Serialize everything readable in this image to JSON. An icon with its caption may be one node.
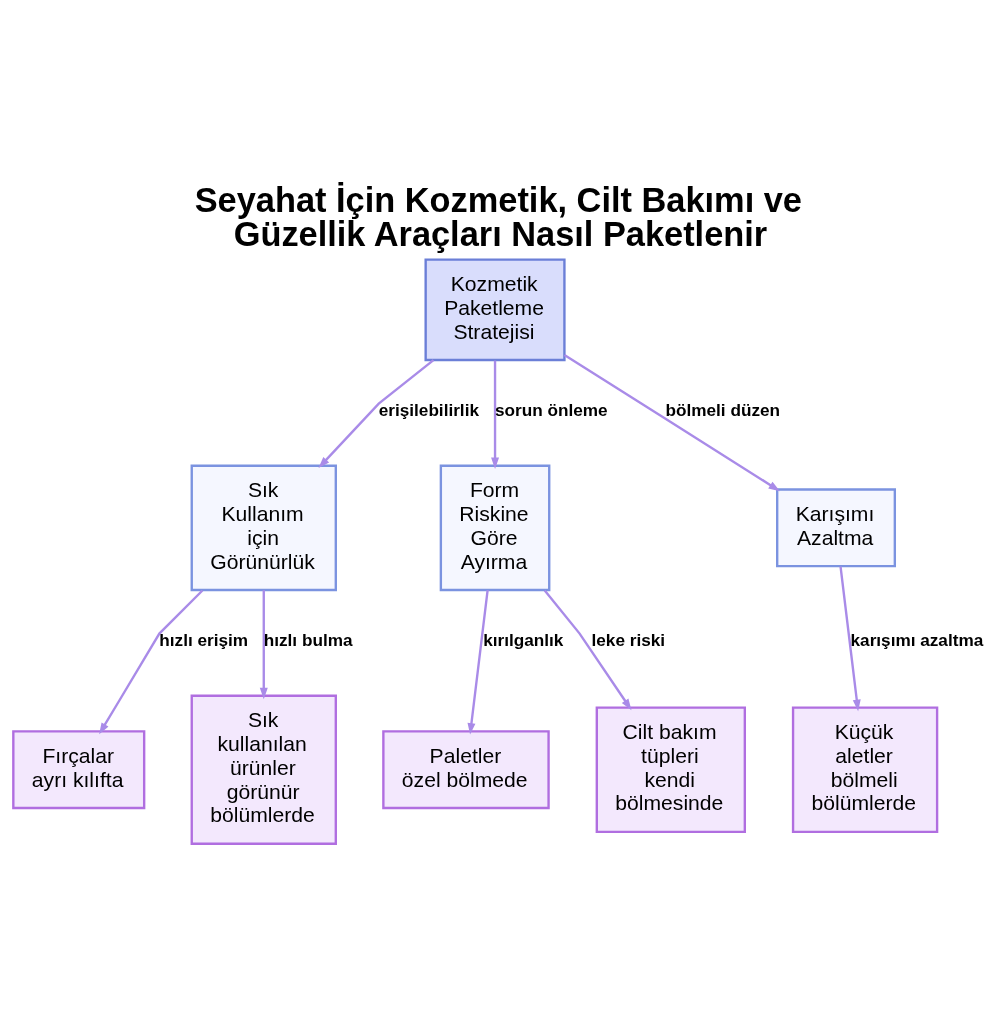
{
  "diagram": {
    "title": "Seyahat İçin Kozmetik, Cilt Bakımı ve Güzellik Araçları Nasıl Paketlenir",
    "nodes": [
      {
        "text": [
          "Kozmetik Paketleme Stratejisi"
        ]
      },
      {
        "text": [
          "Sık Kullanım için Görünürlük"
        ]
      },
      {
        "text": [
          "Form Riskine Göre Ayırma"
        ]
      },
      {
        "text": [
          "Karışımı Azaltma"
        ]
      },
      {
        "text": [
          "Fırçalar ayrı kılıfta"
        ]
      },
      {
        "text": [
          "Sık kullanılan ürünler görünür bölümlerde"
        ]
      },
      {
        "text": [
          "Paletler özel bölmede"
        ]
      },
      {
        "text": [
          "Cilt bakım tüpleri kendi bölmesinde"
        ]
      },
      {
        "text": [
          "Küçük aletler bölmeli bölümlerde"
        ]
      }
    ],
    "edges": [
      {
        "from": 0,
        "to": 1,
        "arrow": "to",
        "label": "erişilebilirlik"
      },
      {
        "from": 0,
        "to": 2,
        "arrow": "to",
        "label": "sorun önleme"
      },
      {
        "from": 0,
        "to": 3,
        "arrow": "to",
        "label": "bölmeli düzen"
      },
      {
        "from": 1,
        "to": 4,
        "arrow": "to",
        "label": "hızlı erişim"
      },
      {
        "from": 1,
        "to": 5,
        "arrow": "to",
        "label": "hızlı bulma"
      },
      {
        "from": 2,
        "to": 6,
        "arrow": "to",
        "label": "kırılganlık"
      },
      {
        "from": 2,
        "to": 7,
        "arrow": "to",
        "label": "leke riski"
      },
      {
        "from": 3,
        "to": 8,
        "arrow": "to",
        "label": "karışımı azaltma"
      }
    ]
  }
}
